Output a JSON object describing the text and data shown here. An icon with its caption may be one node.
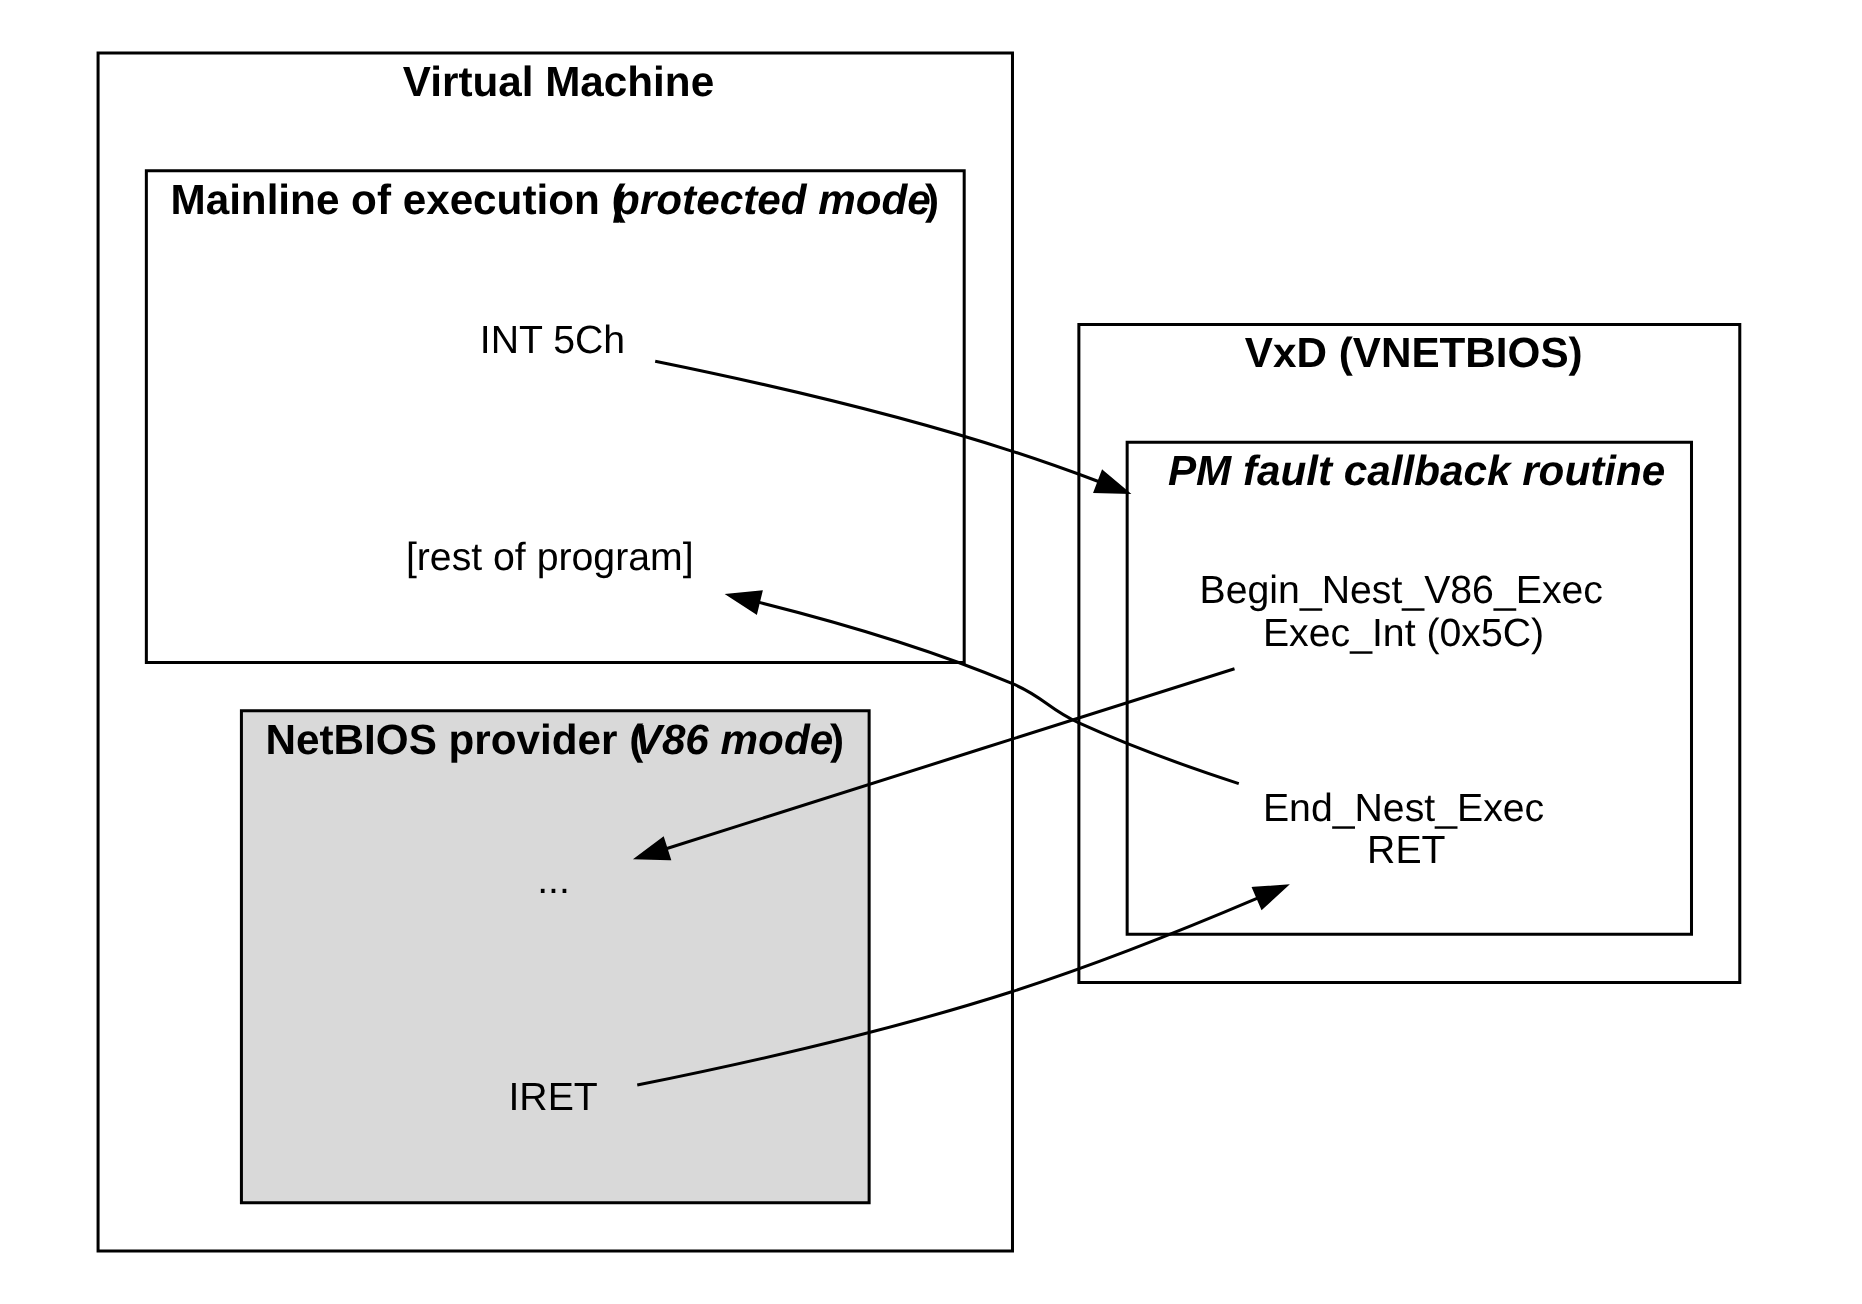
{
  "diagram": {
    "nodes": [
      {
        "text": [
          "Virtual Machine"
        ]
      },
      {
        "text": [
          "Mainline of execution (*protected mode*)"
        ],
        "in": 0
      },
      {
        "text": [
          "INT 5Ch"
        ],
        "in": 1
      },
      {
        "text": [
          "[rest of program]"
        ],
        "in": 1
      },
      {
        "text": [
          "NetBIOS provider (*V86 mode*)"
        ],
        "in": 0
      },
      {
        "text": [
          "..."
        ],
        "in": 4
      },
      {
        "text": [
          "IRET"
        ],
        "in": 4
      },
      {
        "text": [
          "VxD (VNETBIOS)"
        ]
      },
      {
        "text": [
          "PM fault callback routine"
        ],
        "in": 7
      },
      {
        "text": [
          "Begin_Nest_V86_Exec",
          "Exec_Int (0x5C)"
        ],
        "in": 8
      },
      {
        "text": [
          "End_Nest_Exec",
          "RET"
        ],
        "in": 8
      }
    ],
    "edges": [
      {
        "from": 2,
        "to": 8,
        "arrow": "to"
      },
      {
        "from": 9,
        "to": 5,
        "arrow": "to"
      },
      {
        "from": 6,
        "to": 10,
        "arrow": "to"
      },
      {
        "from": 10,
        "to": 3,
        "arrow": "to"
      }
    ]
  }
}
